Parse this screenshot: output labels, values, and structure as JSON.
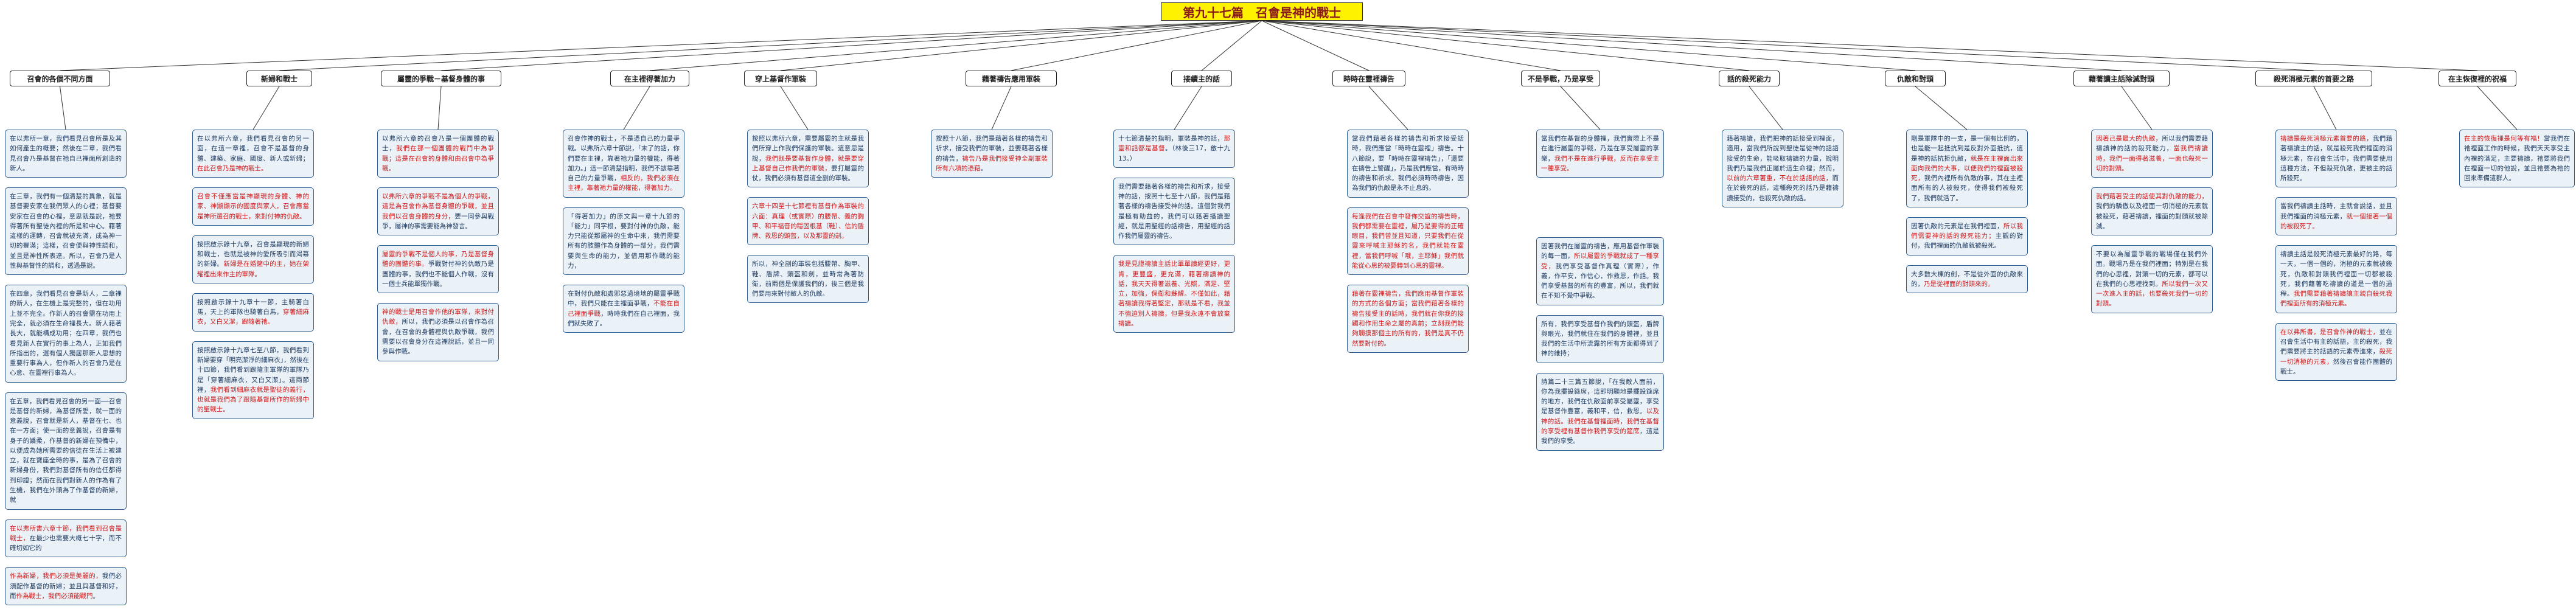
{
  "title": "第九十七篇　召會是神的戰士",
  "branches": [
    {
      "label": "召會的各個不同方面",
      "cards": [
        [
          {
            "t": "在以弗所一章，我們看見召會所是及其如何產生的概要；然後在二章，我們看見召會乃是基督在祂自己裡面所創造的新人。"
          }
        ],
        [
          {
            "t": "在三章，我們有一個清楚的異象，就是基督要安家在我們眾人的心裡；基督要安家在召會的心裡，意思就是說，祂要得著所有聖徒內裡的所是和中心。藉著這樣的運轉，召會就被充滿，成為神一切的豐滿；這樣，召會便與神性調和，並且是神性所表達。所以，召會乃是人性與基督性的調和，透過是說。"
          }
        ],
        [
          {
            "t": "在四章，我們看見召會是新人，二章裡的新人，在生機上是完整的，但在功用上並不完全。作新人的召會需在功用上完全，就必須在生命裡長大。新人藉著長大，就能構成功用；在四章，我們也看見新人在實行的事上為人，正如我們所指出的，還有個人獨居那新人思想的重要行事為人，但作新人的召會乃是在心意、在靈裡行事為人。"
          }
        ],
        [
          {
            "t": "在五章，我們看見召會的另一面──召會是基督的新婦，為基督所愛，就一面的意義說，召會就是新人，基督在七、也在一方面；使一面的意義說，召會是有身子的嬌柔，作基督的新婦在預備中，以便成為她所需要的信徒在生活上被建立，就在寶座全時的事，是為了召會的新婦身份，我們對基督所有的信任都得到印證；然而在我們對新人的作為有了生機，我們在外頭為了作基督的新婦，就"
          }
        ],
        [
          {
            "t": "在以弗所書六章十節，我們看到召會是戰士，",
            "r": true
          },
          {
            "t": "在最少也需要大概七十字，而不確切如它的"
          }
        ],
        [
          {
            "t": "作為新婦，我們必須是美麗的，",
            "r": true
          },
          {
            "t": "我們必須配作基督的新婦；並且與基督和好，而"
          },
          {
            "t": "作為戰士，我們必須能戰門",
            "r": true
          },
          {
            "t": "。"
          }
        ]
      ]
    },
    {
      "label": "新婦和戰士",
      "cards": [
        [
          {
            "t": "在以弗所六章，我們看見召會的另一面，在這一章裡，召會不是基督的身體、建築、家庭、國度、新人或新婦；"
          },
          {
            "t": "在此召會乃是神的戰士。",
            "r": true
          }
        ],
        [
          {
            "t": "召會不僅應當是神顯現的身體、神的家、神顯顯示的國度與家人，召會應當是神所選召的戰士，來對付神的仇敵。",
            "r": true
          }
        ],
        [
          {
            "t": "按照啟示錄十九章，召會是顯現的新婦和戰士，也就是被神的愛所吸引而渴慕的新婦。"
          },
          {
            "t": "新婦是在婚筵中的主，她在榮耀裡出來作主的軍隊。",
            "r": true
          }
        ],
        [
          {
            "t": "按照啟示錄十九章十一節，主騎著白馬，天上的軍隊也騎著白馬，"
          },
          {
            "t": "穿著細麻衣，又白又潔，跟隨著祂。",
            "r": true
          }
        ],
        [
          {
            "t": "按照啟示錄十九章七至八節，我們看到新婦要穿「明亮潔淨的細麻衣」，然後在十四節，我們看到跟隨主軍隊的軍隊乃是「穿著細麻衣，又白又潔」。這兩節裡，"
          },
          {
            "t": "我們看到細麻衣就是聖徒的義行，也就是我們為了跟隨基督所作的新婦中的聖戰士。",
            "r": true
          }
        ]
      ]
    },
    {
      "label": "屬靈的爭戰－基督身體的事",
      "cards": [
        [
          {
            "t": "以弗所六章的召會乃是一個團體的戰士，"
          },
          {
            "t": "我們在那一個團體的戰鬥中為爭戰；這是在召會的身體和由召會中為爭戰。",
            "r": true
          }
        ],
        [
          {
            "t": "以弗所六章的爭戰不是為個人的爭戰，這是為召會作為基督身體的爭戰，並且我們以召會身體的身分，",
            "r": true
          },
          {
            "t": "要一同參與戰爭，屬神的事需要能為神發言。"
          }
        ],
        [
          {
            "t": "屬靈的爭戰不是個人的事，乃是基督身體的團體的事。",
            "r": true
          },
          {
            "t": "爭戰對付神的仇敵乃是團體的事，我們也不能個人作戰，沒有一個士兵能單獨作戰。"
          }
        ],
        [
          {
            "t": "神的戰士是用召會作他的軍隊，來對付仇敵，",
            "r": true
          },
          {
            "t": "所以，我們必須是以召會作為召會，在召會的身體裡與仇敵爭戰，我們需要以召會身分在這裡說話，並且一同參與作戰。"
          }
        ]
      ]
    },
    {
      "label": "在主裡得著加力",
      "cards": [
        [
          {
            "t": "召會作神的戰士，不是憑自己的力量爭戰。以弗所六章十節說，「末了的話，你們要在主裡，靠著祂力量的權能，得著加力。」這一節清楚指明，我們不該靠著自己的力量爭戰，"
          },
          {
            "t": "相反的，我們必須在主裡，靠著祂力量的權能，得著加力。",
            "r": true
          }
        ],
        [
          {
            "t": "「得著加力」的原文與一章十九節的「能力」同字根，要對付神的仇敵，能力只能從那屬神的生命中來，我們需要所有的肢體作為身體的一部分，我們需要與生命的能力，並借用那作戰的能力，"
          }
        ],
        [
          {
            "t": "在對付仇敵和處邪惡過境地的屬靈爭戰中，我們只能在主裡面爭戰，"
          },
          {
            "t": "不能在自己裡面爭戰",
            "r": true
          },
          {
            "t": "，時時我們在自己裡面，我們就失敗了。"
          }
        ]
      ]
    },
    {
      "label": "穿上基督作軍裝",
      "cards": [
        [
          {
            "t": "按照以弗所六章，需要屬靈的主就是我們所穿上作我們保護的軍裝。這意思是說，"
          },
          {
            "t": "我們既是要基督作身體，就是要穿上基督自己作我們的軍裝，",
            "r": true
          },
          {
            "t": "要打屬靈的仗，我們必須有基督這全副的軍裝。"
          }
        ],
        [
          {
            "t": "六章十四至十七節裡有基督作為軍裝的六面：真理（或實際）的腰帶、義的胸甲、和平福音的穩固根基（鞋）、信的盾牌、救恩的頭盔，以及那靈的劍。",
            "r": true
          }
        ],
        [
          {
            "t": "所以，神全副的軍裝包括腰帶、胸甲、鞋、盾牌、頭盔和劍，並時常為著防衛，前兩個是保護我們的，後三個是我們要用來對付敵人的仇敵。"
          }
        ]
      ]
    },
    {
      "label": "藉著禱告應用軍裝",
      "cards": [
        [
          {
            "t": "按照十八節，我們是藉著各樣的禱告和祈求，接受我們的軍裝，並要藉著各樣的禱告，"
          },
          {
            "t": "禱告乃是我們接受神全副軍裝所有六項的憑藉",
            "r": true
          },
          {
            "t": "。"
          }
        ]
      ]
    },
    {
      "label": "接續主的話",
      "cards": [
        [
          {
            "t": "十七節清楚的指明，軍裝是神的話，"
          },
          {
            "t": "那靈和話都是基督",
            "r": true
          },
          {
            "t": "。（林後三17，啟十九13。）"
          }
        ],
        [
          {
            "t": "我們需要藉著各樣的禱告和祈求，接受神的話，按照十七至十八節，我們是藉著各樣的禱告接受神的話。這個對我們是極有助益的，我們可以藉著播讀聖經，就是用聖經的話禱告，用聖經的話作我們屬靈的禱告。"
          }
        ],
        [
          {
            "t": "我是見證禱讀主話比單單讀經更好，更肯，更豐盛，更充滿，藉著禱讀神的話，我天天得著滋養、光照，滿足、堅立，加強，保衛和蘇醒。不僅如此，藉著禱讀我得著堅定，那就是不看，我並不強迫別人禱讀，但是我永遠不會放棄禱讀。",
            "r": true
          }
        ]
      ]
    },
    {
      "label": "時時在靈裡禱告",
      "cards": [
        [
          {
            "t": "當我們藉著各樣的禱告和祈求接受話時，我們應當「時時在靈裡」禱告。十八節說，要「時時在靈裡禱告」，「還要在禱告上警醒」，乃是我們應當，有時時的禱告和祈求。我們必須時時禱告，因為我們的仇敵是永不止息的。"
          }
        ],
        [
          {
            "t": "每逢我們在召會中發佈交誼的禱告時，我們都需要在靈裡，屬乃是要得的正確眼目，我們曾並且知道，只要我們在從靈來呼喊主耶穌的名，我們就能在靈裡，當我們呼喊「哦，主耶穌」我們就能從心思的被憂轉到心思的靈裡。",
            "r": true
          }
        ],
        [
          {
            "t": "藉著在靈裡禱告，我們應用基督作軍裝的方式的各個方面；當我們藉著各樣的禱告接受主的話時，我們就在你我的接觸和作用生命之屬的真前；立刻我們能夠觸摸那個主的所有的，我們是真不仍然要對付的。",
            "r": true
          }
        ]
      ]
    },
    {
      "label": "不是爭戰，乃是享受",
      "cards": [
        [
          {
            "t": "當我們在基督的身體裡，我們實際上不是在進行屬靈的爭戰，乃是在享受屬靈的享樂，"
          },
          {
            "t": "我們不是在進行爭戰，反而在享受主一種享受。",
            "r": true
          }
        ]
      ],
      "cards2": [
        [
          {
            "t": "因著我們在屬靈的禱告，應用基督作軍裝的每一面，"
          },
          {
            "t": "所以屬靈的爭戰就成了一種享受，",
            "r": true
          },
          {
            "t": "我們享受基督作真理（實際），作義，作平安，作信心，作救恩，作話。我們享受基督的所有的豐富，所以，我們就在不知不覺中爭戰。"
          }
        ],
        [
          {
            "t": "所有，我們享受基督作我們的頭盔，盾牌與眼光，我們就住在我們的身體裡，並且我們的生活中所流露的所有方面都得到了神的維持；"
          }
        ],
        [
          {
            "t": "詩篇二十三篇五節說，「在我敵人面前，你為我擺設筵席，這即明顯地是擺設筵席的地方，我們在仇敵面前享受屬靈，享受是基督作豐富，義和平，信，救恩。"
          },
          {
            "t": "以及神的話。我們在基督裡面時，我們在基督的享受裡有基督作我們享受的筵席",
            "r": true
          },
          {
            "t": "，這是我們的享受。"
          }
        ]
      ]
    },
    {
      "label": "話的殺死能力",
      "cards": [
        [
          {
            "t": "藉著禱讀，我們把神的話接受到裡面，適用，當我們所說到聖徒是從神的話語接受的生命，能吸取禱讀的力量，說明我們乃是我們正屬於這生命裡；然而，"
          },
          {
            "t": "以前的六章著重，不在於話語的話，",
            "r": true
          },
          {
            "t": "而在於殺死的話，這種殺死的話乃是藉禱讀接受的，也殺死仇敵的話。"
          }
        ]
      ]
    },
    {
      "label": "仇敵和對頭",
      "cards": [
        [
          {
            "t": "剛是軍隊中的一支，是一個有比例的，也是能一起抵抗到是反對外面抵抗，這是神的話抗拒仇敵，"
          },
          {
            "t": "就是在主裡面出來面向我們的大事，以便我們的裡面被殺死，",
            "r": true
          },
          {
            "t": "我們內裡所有仇敵的事，其在主裡面所有的人被殺死，使得我們被殺死了，我們就活了。"
          }
        ],
        [
          {
            "t": "因著仇敵的元素是在我們裡面，"
          },
          {
            "t": "所以我們需要神的話的殺死能力；",
            "r": true
          },
          {
            "t": "主觀的對付，我們裡面的仇敵就被殺死。"
          }
        ],
        [
          {
            "t": "大多數大棟的劍，不是從外面的仇敵來的，"
          },
          {
            "t": "乃是從裡面的對頭來的。",
            "r": true
          }
        ]
      ]
    },
    {
      "label": "藉著讀主話除滅對頭",
      "cards": [
        [
          {
            "t": "因著己是最大的仇敵，",
            "r": true
          },
          {
            "t": "所以我們需要藉禱讀神的話的殺死能力，"
          },
          {
            "t": "當我們禱讀時，我們一面得著滋養，一面也殺死一切的對頭。",
            "r": true
          }
        ],
        [
          {
            "t": "我們藉著受主的話使其對仇敵的能力，",
            "r": true
          },
          {
            "t": "我們的驕傲以及裡面一切消極的元素就被殺死，藉著禱讀，裡面的對頭就被除滅。"
          }
        ],
        [
          {
            "t": "不要以為屬靈爭戰的戰場僅在我們外面。戰場乃是在我們裡面；特別是在我們的心思裡，對頭一切的元素，都可以在我們的心思裡找到。"
          },
          {
            "t": "所以我們一次又一次進入主的話，也要殺死我們一切的對頭。",
            "r": true
          }
        ]
      ]
    },
    {
      "label": "殺死消極元素的首要之路",
      "cards": [
        [
          {
            "t": "禱讀是殺死消極元素首要的路，",
            "r": true
          },
          {
            "t": "我們藉著禱讀主的話，就是殺死我們裡面的消極元素，在召會生活中，我們需要使用這種方法，不但殺死仇敵，更被主的話所殺死。"
          }
        ],
        [
          {
            "t": "當我們禱讀主話時，主就會說話，並且我們裡面的消極元素，"
          },
          {
            "t": "就一個接著一個的被殺死了。",
            "r": true
          }
        ],
        [
          {
            "t": "禱讀主話是殺死消極元素最好的路，每一天，一個一個的，消極的元素就被殺死，仇敵和對頭我們裡面一切都被殺死，我們藉著吃禱讀的道是一個的過程。"
          },
          {
            "t": "我們需要藉著禱讀讓主親自殺死我們裡面所有的消極元素。",
            "r": true
          }
        ],
        [
          {
            "t": "在以弗所書，是召會作神的戰士，",
            "r": true
          },
          {
            "t": "並在召會生活中有主的話語，主的殺死，我們需要將主的話語的元素帶進來，"
          },
          {
            "t": "殺死一切消極的元素，",
            "r": true
          },
          {
            "t": "然後召會能作團體的戰士。"
          }
        ]
      ]
    },
    {
      "label": "在主恢復裡的祝福",
      "cards": [
        [
          {
            "t": "在主的恢復裡是何等有福！",
            "r": true
          },
          {
            "t": "當我們在祂裡面工作的時候，我們天天享受主內裡的滿足，主要禱讀，祂要將我們在裡面一切的他說，並且祂要為祂的回來準備這群人。"
          }
        ]
      ]
    }
  ]
}
